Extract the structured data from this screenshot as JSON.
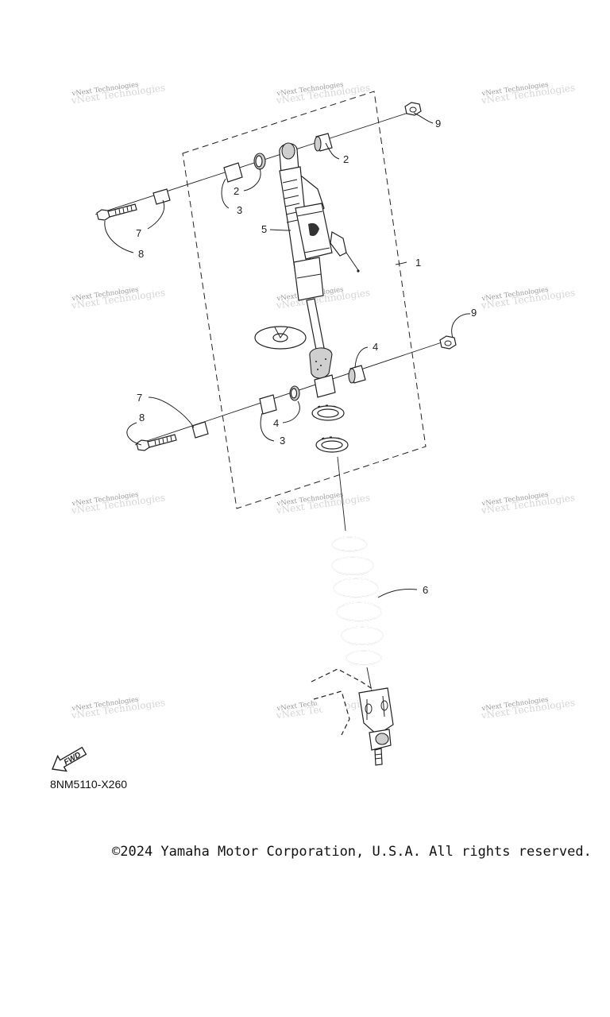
{
  "watermark": {
    "text": "vNext Technologies"
  },
  "callouts": {
    "c1": "1",
    "c2a": "2",
    "c2b": "2",
    "c3a": "3",
    "c3b": "3",
    "c4a": "4",
    "c4b": "4",
    "c5": "5",
    "c6": "6",
    "c7a": "7",
    "c7b": "7",
    "c8a": "8",
    "c8b": "8",
    "c9a": "9",
    "c9b": "9"
  },
  "fwd_label": "FWD",
  "diagram_code": "8NM5110-X260",
  "copyright": "©2024 Yamaha Motor Corporation, U.S.A. All rights reserved."
}
